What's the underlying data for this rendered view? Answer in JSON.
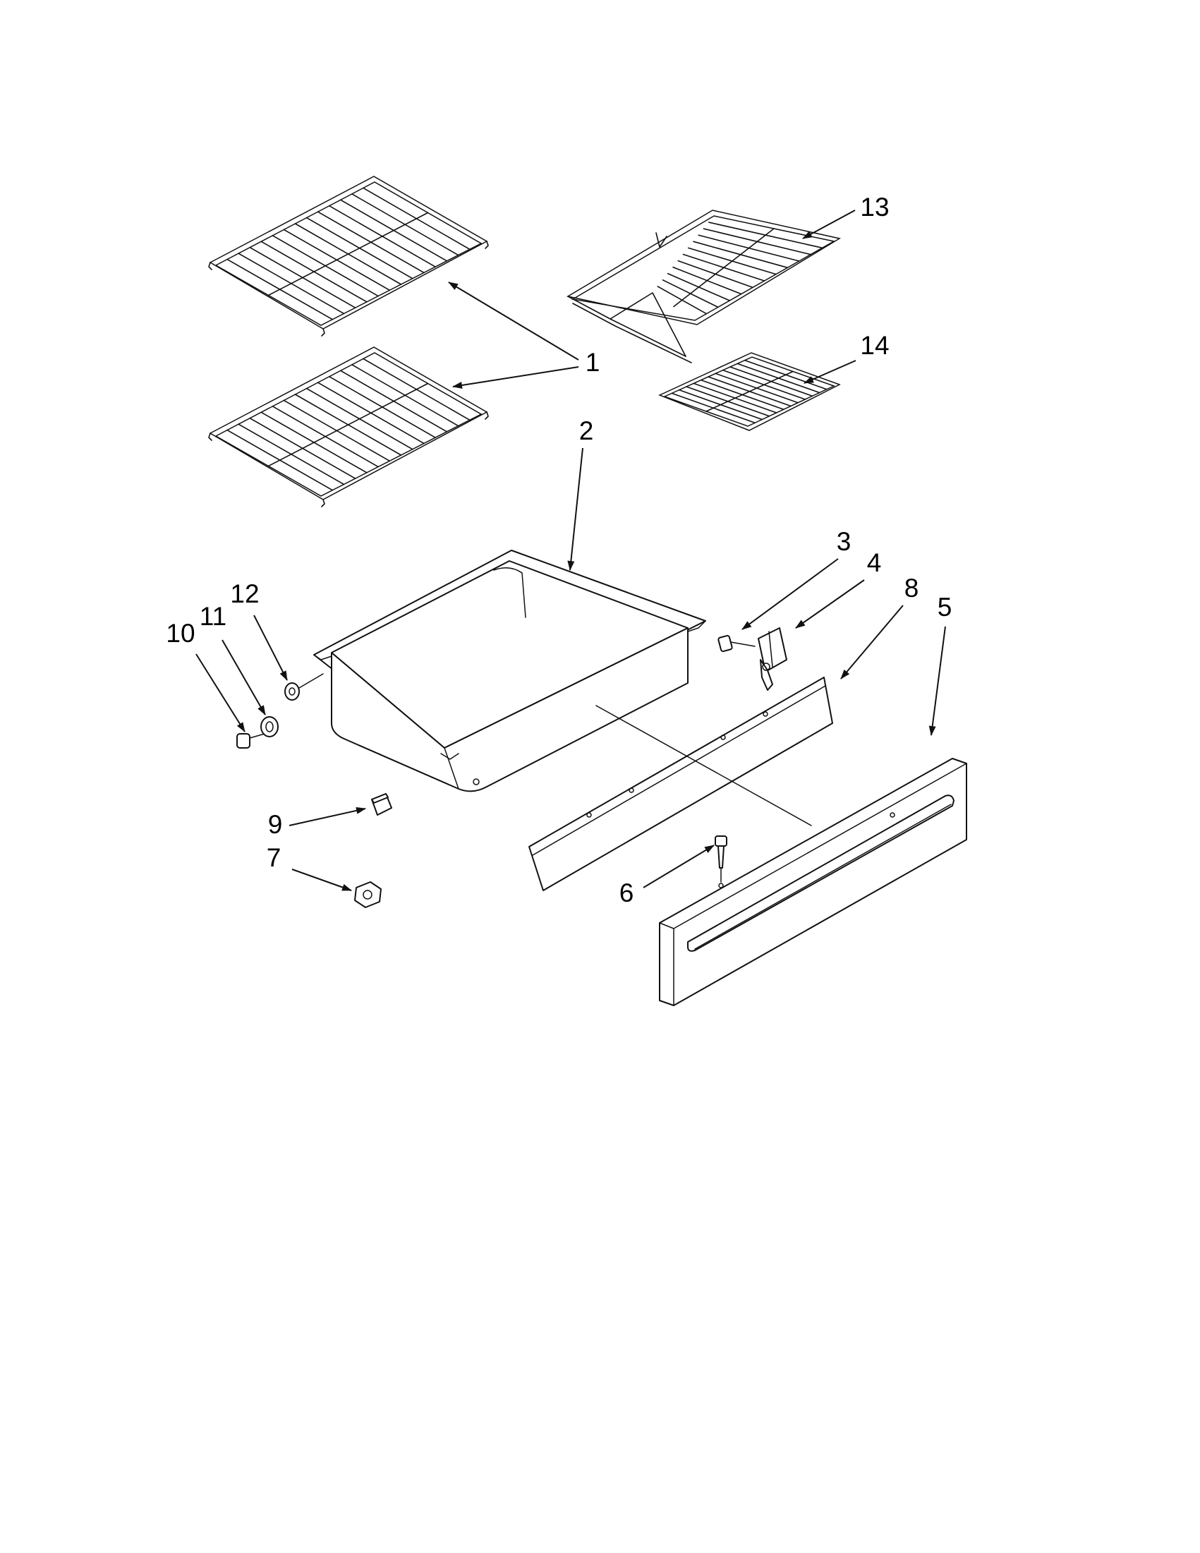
{
  "diagram": {
    "callouts": [
      {
        "key": "c1",
        "label": "1"
      },
      {
        "key": "c2",
        "label": "2"
      },
      {
        "key": "c3",
        "label": "3"
      },
      {
        "key": "c4",
        "label": "4"
      },
      {
        "key": "c5",
        "label": "5"
      },
      {
        "key": "c6",
        "label": "6"
      },
      {
        "key": "c7",
        "label": "7"
      },
      {
        "key": "c8",
        "label": "8"
      },
      {
        "key": "c9",
        "label": "9"
      },
      {
        "key": "c10",
        "label": "10"
      },
      {
        "key": "c11",
        "label": "11"
      },
      {
        "key": "c12",
        "label": "12"
      },
      {
        "key": "c13",
        "label": "13"
      },
      {
        "key": "c14",
        "label": "14"
      }
    ]
  }
}
